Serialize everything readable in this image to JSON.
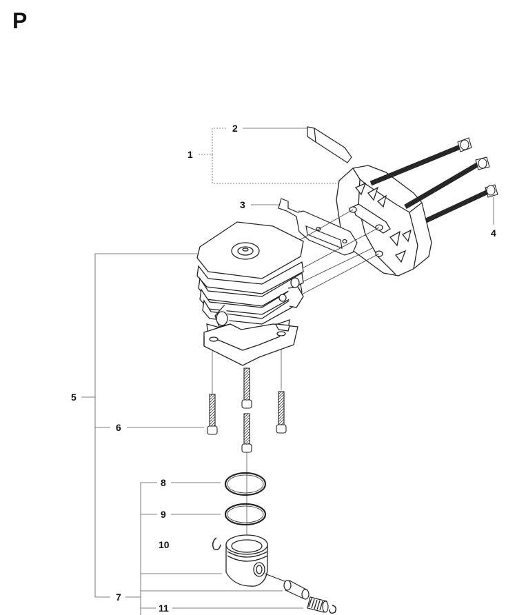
{
  "page": {
    "section_letter": "P"
  },
  "callouts": {
    "c1": "1",
    "c2": "2",
    "c3": "3",
    "c4": "4",
    "c5": "5",
    "c6": "6",
    "c7": "7",
    "c8": "8",
    "c9": "9",
    "c10": "10",
    "c11": "11"
  },
  "colors": {
    "line": "#222222",
    "leader": "#555555"
  }
}
